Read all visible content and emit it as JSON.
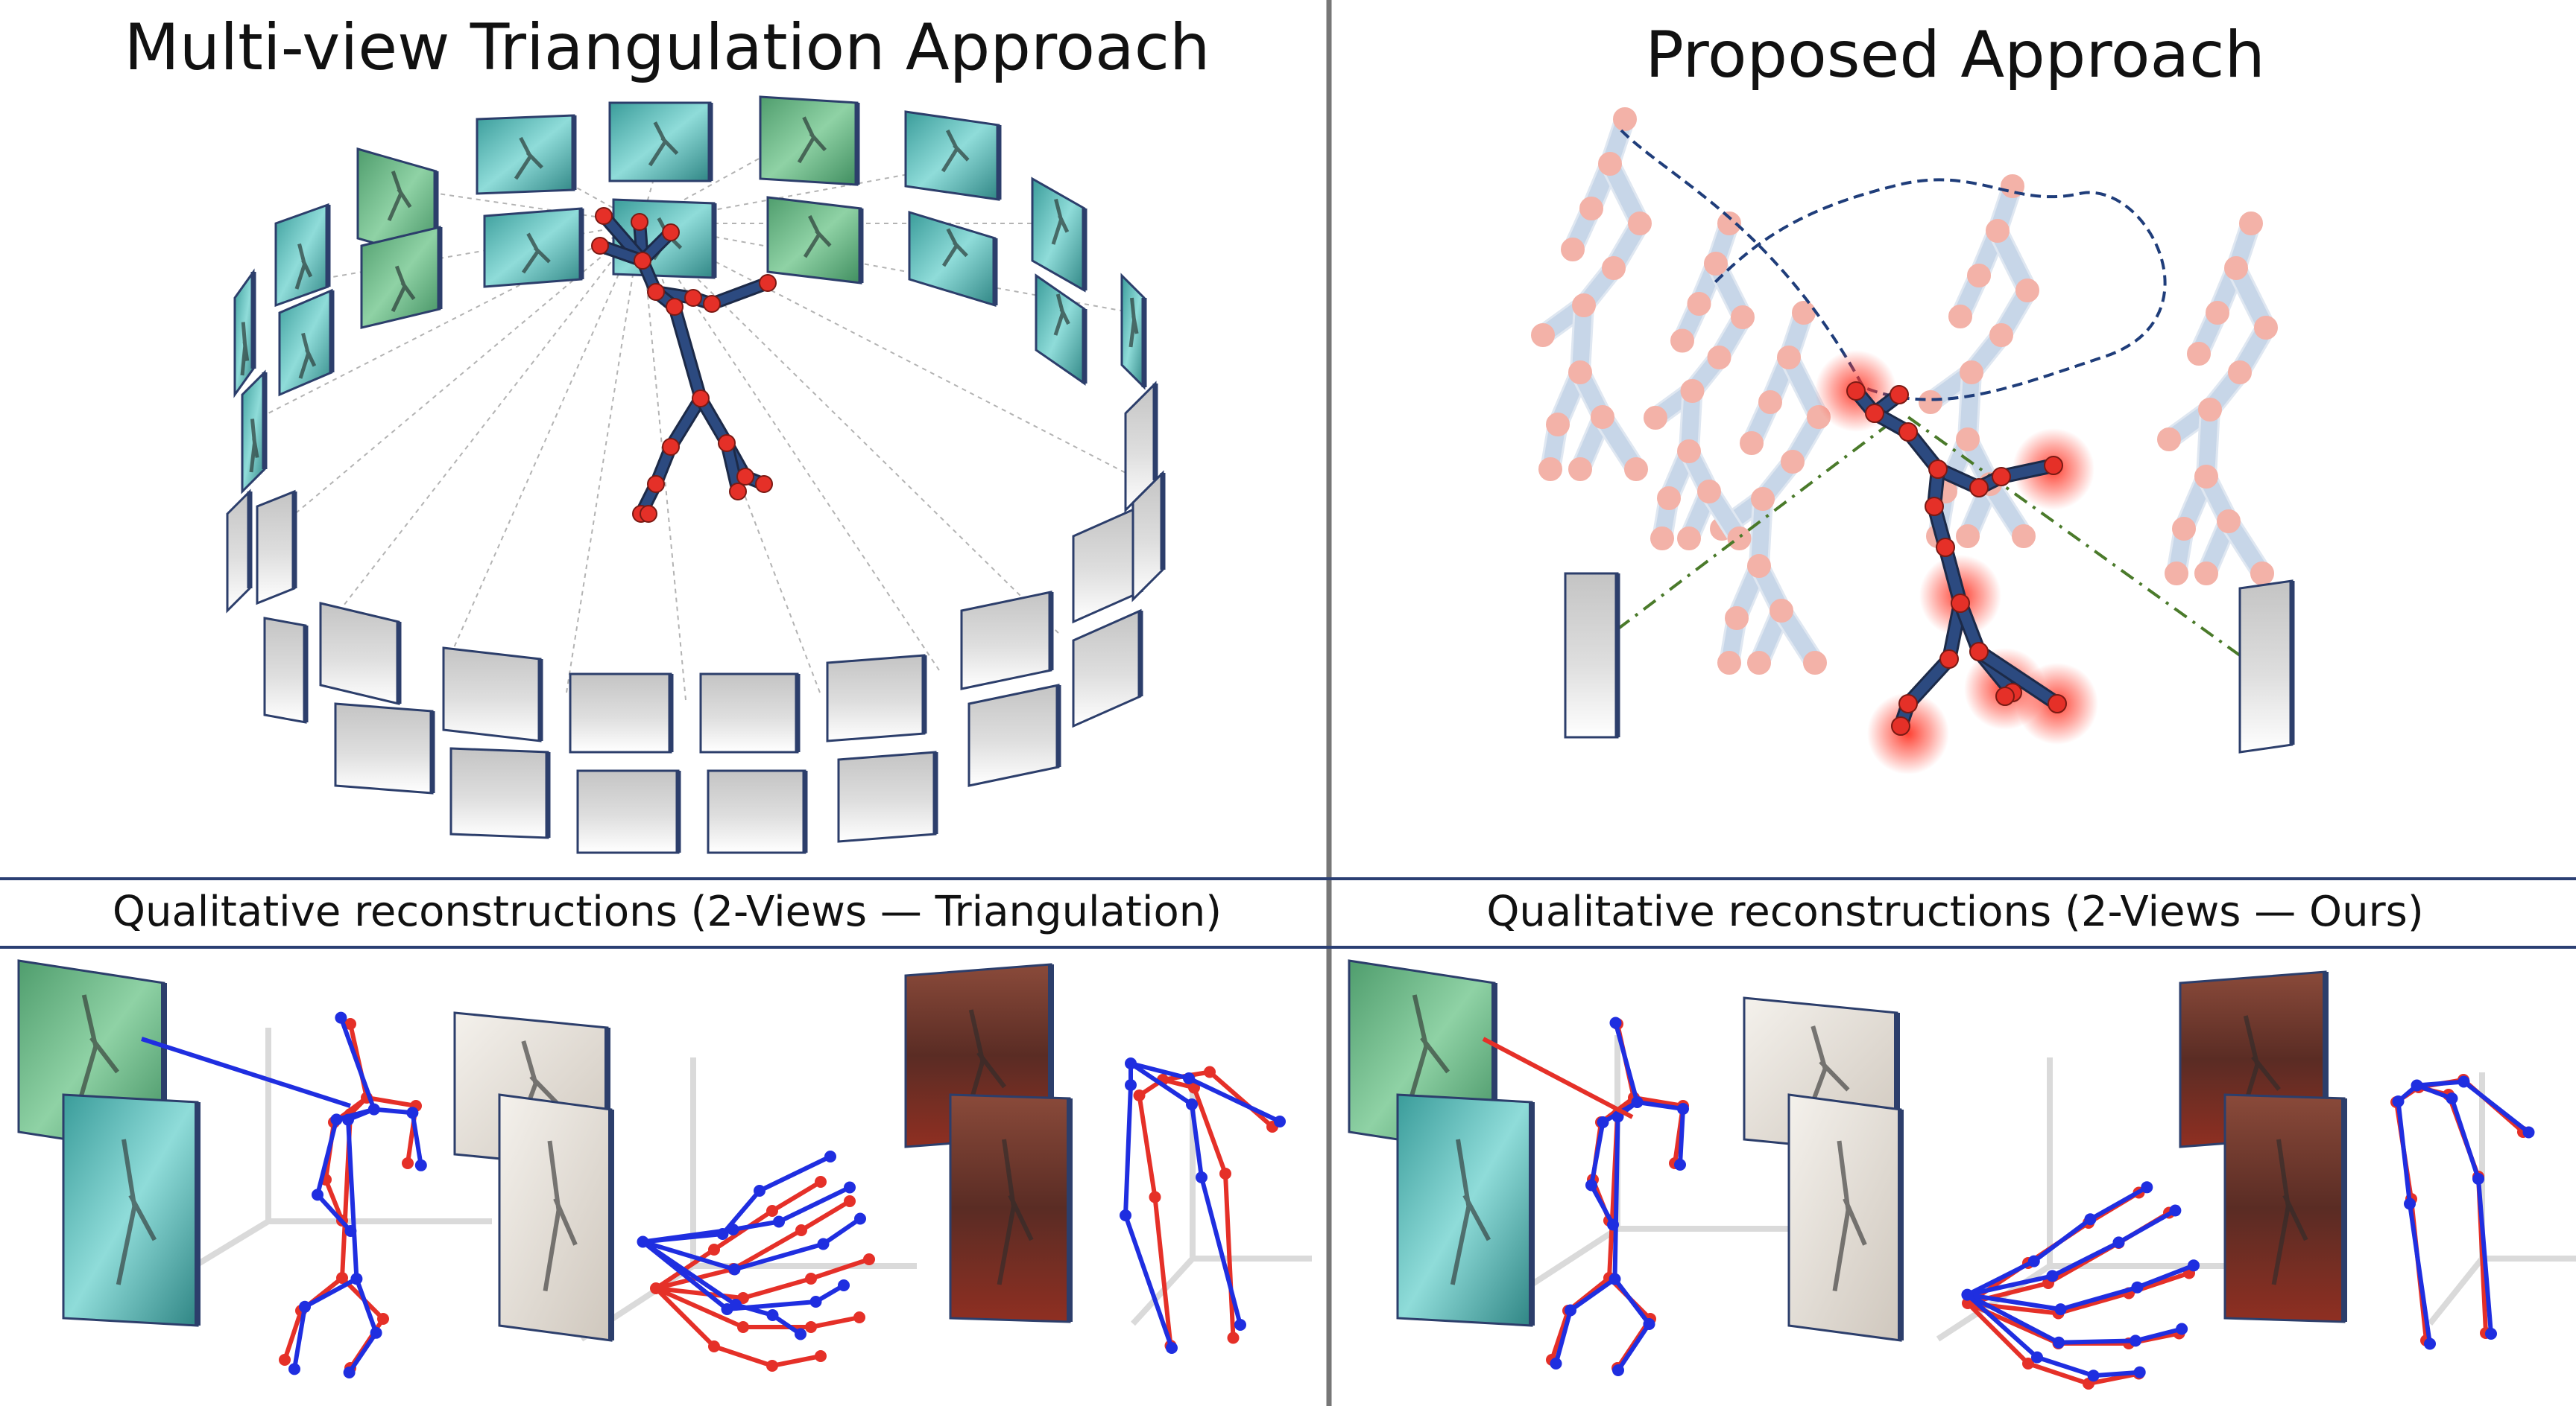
{
  "top": {
    "left_title": "Multi-view Triangulation Approach",
    "right_title": "Proposed Approach"
  },
  "bottom": {
    "left_caption": "Qualitative reconstructions (2-Views — Triangulation)",
    "right_caption": "Qualitative reconstructions (2-Views — Ours)"
  },
  "colors": {
    "divider": "#777777",
    "band_line": "#2b3f73",
    "skeleton_bone": "#2c4a80",
    "skeleton_joint": "#e53028",
    "prediction_red": "#e53028",
    "ground_truth_blue": "#1f2ee0",
    "faded_bone": "#c7d6e8",
    "faded_joint": "#f3b2a8",
    "camera_green": "#5fae7f",
    "camera_cyan": "#4fb7b6",
    "camera_gray": "#c9c9c9",
    "path_dash": "#1f3d7a",
    "ray_dash_dot": "#4a7a2a"
  },
  "icons": {
    "camera": "camera-view-icon",
    "skeleton": "skeleton-pose-icon"
  }
}
